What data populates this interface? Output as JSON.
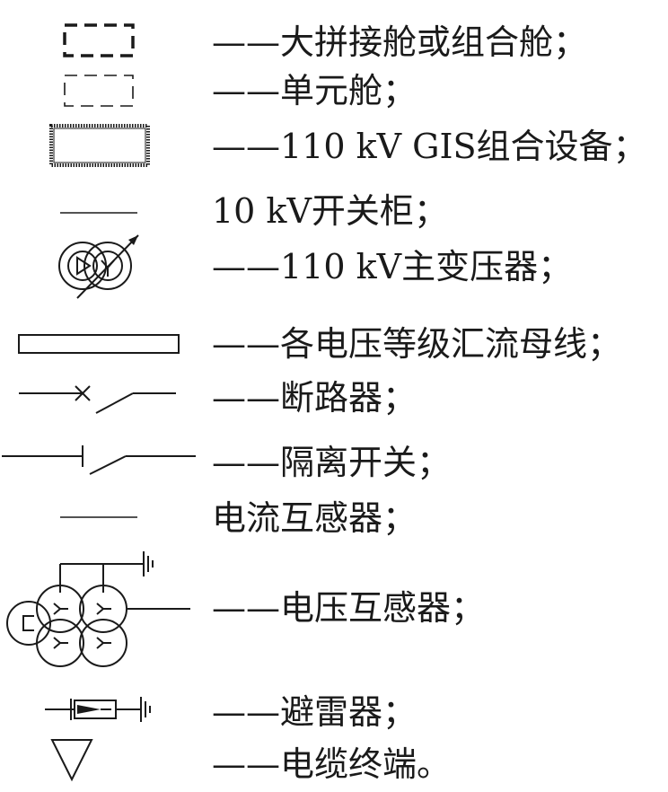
{
  "legend": {
    "items": [
      {
        "icon": "dashed-box-bold-icon",
        "dash": "——",
        "text": "大拼接舱或组合舱；"
      },
      {
        "icon": "dashed-box-thin-icon",
        "dash": "——",
        "text": "单元舱；"
      },
      {
        "icon": "gis-box-icon",
        "dash": "——",
        "text": "110 kV GIS组合设备；"
      },
      {
        "icon": "short-line-icon",
        "dash": "",
        "text": "10 kV开关柜；"
      },
      {
        "icon": "main-transformer-icon",
        "dash": "——",
        "text": "110 kV主变压器；"
      },
      {
        "icon": "busbar-icon",
        "dash": "——",
        "text": "各电压等级汇流母线；"
      },
      {
        "icon": "circuit-breaker-icon",
        "dash": "——",
        "text": "断路器；"
      },
      {
        "icon": "disconnector-icon",
        "dash": "——",
        "text": "隔离开关；"
      },
      {
        "icon": "current-transformer-icon",
        "dash": "",
        "text": "电流互感器；"
      },
      {
        "icon": "voltage-transformer-icon",
        "dash": "——",
        "text": "电压互感器；"
      },
      {
        "icon": "surge-arrester-icon",
        "dash": "——",
        "text": "避雷器；"
      },
      {
        "icon": "cable-termination-icon",
        "dash": "——",
        "text": "电缆终端。"
      }
    ]
  }
}
